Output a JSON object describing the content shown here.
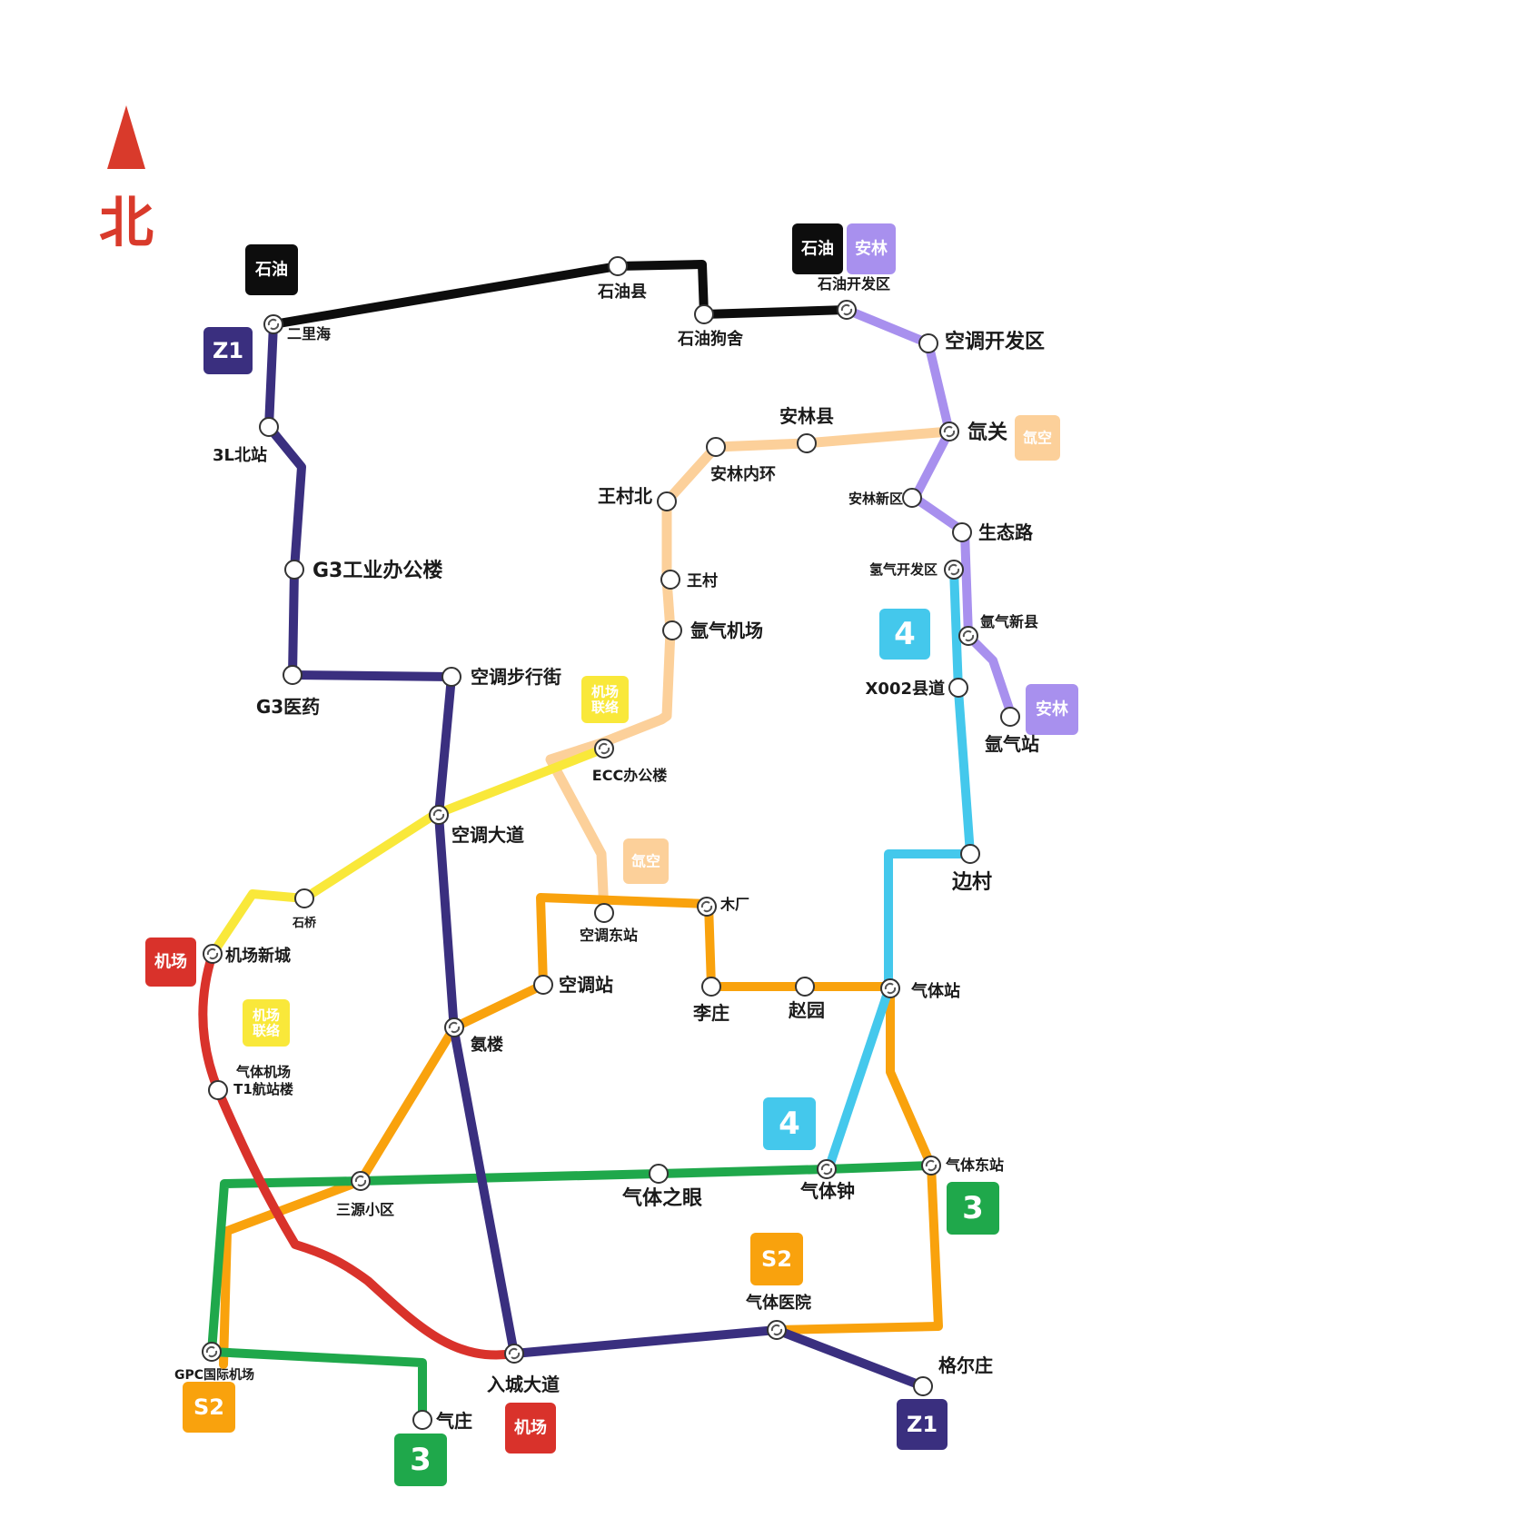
{
  "compass": {
    "label": "北",
    "color": "#d93a2b"
  },
  "lines": {
    "black": {
      "color": "#0d0d0d"
    },
    "z1": {
      "color": "#3a2f7f"
    },
    "anlin": {
      "color": "#a890ee"
    },
    "xenon": {
      "color": "#fcd09a"
    },
    "airport_link": {
      "color": "#f9e83a"
    },
    "orange": {
      "color": "#f9a20d"
    },
    "line4": {
      "color": "#44c8ec"
    },
    "line3": {
      "color": "#1fa84b"
    },
    "airport": {
      "color": "#d9322b"
    }
  },
  "badges": [
    {
      "id": "shiyou-1",
      "text": "石油",
      "color": "#0d0d0d"
    },
    {
      "id": "shiyou-2",
      "text": "石油",
      "color": "#0d0d0d"
    },
    {
      "id": "anlin-1",
      "text": "安林",
      "color": "#a890ee"
    },
    {
      "id": "z1-top",
      "text": "Z1",
      "color": "#3a2f7f"
    },
    {
      "id": "xenon-1",
      "text": "氙空",
      "color": "#fcd09a"
    },
    {
      "id": "airport-link-1",
      "text": "机场\n联络",
      "color": "#f9e83a"
    },
    {
      "id": "line4-1",
      "text": "4",
      "color": "#44c8ec"
    },
    {
      "id": "anlin-2",
      "text": "安林",
      "color": "#a890ee"
    },
    {
      "id": "xenon-2",
      "text": "氙空",
      "color": "#fcd09a"
    },
    {
      "id": "airport-1",
      "text": "机场",
      "color": "#d9322b"
    },
    {
      "id": "airport-link-2",
      "text": "机场\n联络",
      "color": "#f9e83a"
    },
    {
      "id": "line4-2",
      "text": "4",
      "color": "#44c8ec"
    },
    {
      "id": "line3-1",
      "text": "3",
      "color": "#1fa84b"
    },
    {
      "id": "s2-1",
      "text": "S2",
      "color": "#f9a20d"
    },
    {
      "id": "s2-2",
      "text": "S2",
      "color": "#f9a20d"
    },
    {
      "id": "line3-2",
      "text": "3",
      "color": "#1fa84b"
    },
    {
      "id": "airport-2",
      "text": "机场",
      "color": "#d9322b"
    },
    {
      "id": "z1-bottom",
      "text": "Z1",
      "color": "#3a2f7f"
    }
  ],
  "stations": [
    {
      "id": "erlihai",
      "name": "二里海",
      "transfer": true
    },
    {
      "id": "shiyouxian",
      "name": "石油县",
      "transfer": false
    },
    {
      "id": "shiyougoushe",
      "name": "石油狗舍",
      "transfer": false
    },
    {
      "id": "shiyoukaifaqu",
      "name": "石油开发区",
      "transfer": true
    },
    {
      "id": "kongtiaokaifaqu",
      "name": "空调开发区",
      "transfer": false
    },
    {
      "id": "xianguan",
      "name": "氙关",
      "transfer": true
    },
    {
      "id": "anlinxian",
      "name": "安林县",
      "transfer": false
    },
    {
      "id": "anlinneihuan",
      "name": "安林内环",
      "transfer": false
    },
    {
      "id": "wangcunbei",
      "name": "王村北",
      "transfer": false
    },
    {
      "id": "wangcun",
      "name": "王村",
      "transfer": false
    },
    {
      "id": "yaqijichang",
      "name": "氩气机场",
      "transfer": false
    },
    {
      "id": "anlinxinqu",
      "name": "安林新区",
      "transfer": false
    },
    {
      "id": "shengtailu",
      "name": "生态路",
      "transfer": false
    },
    {
      "id": "qingqikaifaqu",
      "name": "氢气开发区",
      "transfer": true
    },
    {
      "id": "yaqixinxian",
      "name": "氩气新县",
      "transfer": true
    },
    {
      "id": "x002",
      "name": "X002县道",
      "transfer": false
    },
    {
      "id": "yaqizhan",
      "name": "氩气站",
      "transfer": false
    },
    {
      "id": "3lbeizhan",
      "name": "3L北站",
      "transfer": false
    },
    {
      "id": "g3gongye",
      "name": "G3工业办公楼",
      "transfer": false
    },
    {
      "id": "g3yiyao",
      "name": "G3医药",
      "transfer": false
    },
    {
      "id": "kongtiaobuxingjie",
      "name": "空调步行街",
      "transfer": false
    },
    {
      "id": "ecc",
      "name": "ECC办公楼",
      "transfer": true
    },
    {
      "id": "kongtiaodadao",
      "name": "空调大道",
      "transfer": true
    },
    {
      "id": "shiqiao",
      "name": "石桥",
      "transfer": false
    },
    {
      "id": "jichangxincheng",
      "name": "机场新城",
      "transfer": true
    },
    {
      "id": "kongtiaodongzhan",
      "name": "空调东站",
      "transfer": false
    },
    {
      "id": "muchang",
      "name": "木厂",
      "transfer": true
    },
    {
      "id": "biancun",
      "name": "边村",
      "transfer": false
    },
    {
      "id": "kongtiaozhan",
      "name": "空调站",
      "transfer": false
    },
    {
      "id": "lizhuang",
      "name": "李庄",
      "transfer": false
    },
    {
      "id": "zhaoyuan",
      "name": "赵园",
      "transfer": false
    },
    {
      "id": "qitizhan",
      "name": "气体站",
      "transfer": true
    },
    {
      "id": "anlou",
      "name": "氨楼",
      "transfer": true
    },
    {
      "id": "t1",
      "name": "气体机场",
      "name2": "T1航站楼",
      "transfer": false
    },
    {
      "id": "sanyuan",
      "name": "三源小区",
      "transfer": true
    },
    {
      "id": "qitizhiyan",
      "name": "气体之眼",
      "transfer": false
    },
    {
      "id": "qitizhong",
      "name": "气体钟",
      "transfer": true
    },
    {
      "id": "qitidongzhan",
      "name": "气体东站",
      "transfer": true
    },
    {
      "id": "qitiyiyuan",
      "name": "气体医院",
      "transfer": true
    },
    {
      "id": "gpc",
      "name": "GPC国际机场",
      "transfer": true
    },
    {
      "id": "ruchengdadao",
      "name": "入城大道",
      "transfer": true
    },
    {
      "id": "geerzhuang",
      "name": "格尔庄",
      "transfer": false
    },
    {
      "id": "qizhuang",
      "name": "气庄",
      "transfer": false
    }
  ]
}
